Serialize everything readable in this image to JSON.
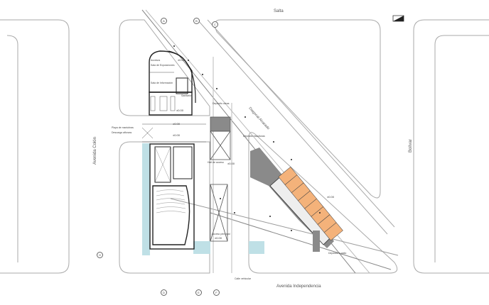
{
  "streets": {
    "top": "Salta",
    "right": "Bolívar",
    "left": "Avenida Colón",
    "bottom": "Avenida Independencia",
    "diagonal": "Diagonal Alvarado"
  },
  "labels": {
    "exhibition": "Sala de Exposiciones",
    "info": "Sala de Información",
    "access": "Accesos",
    "stairs": "Sanitarios",
    "loading_1": "Playa de maniobras",
    "loading_2": "Descarga alforzas",
    "storage": "Depósito obras",
    "hall": "Hall de acceso",
    "workshops": "Depósito esculturas",
    "main_access": "Acceso principal",
    "vehicular": "Calle vehicular",
    "plaza": "Depósito a patio"
  },
  "levels": [
    "±0.00",
    "±0.00",
    "±0.00",
    "±0.00",
    "±0.00",
    "±0.00",
    "±0.00"
  ],
  "axes": [
    "A",
    "B",
    "C",
    "D",
    "E",
    "F",
    "G"
  ],
  "colors": {
    "orange": "#f4b27a",
    "water": "#bfe0e6",
    "gray": "#8a8a8a",
    "lines": "#9a9a9a"
  }
}
